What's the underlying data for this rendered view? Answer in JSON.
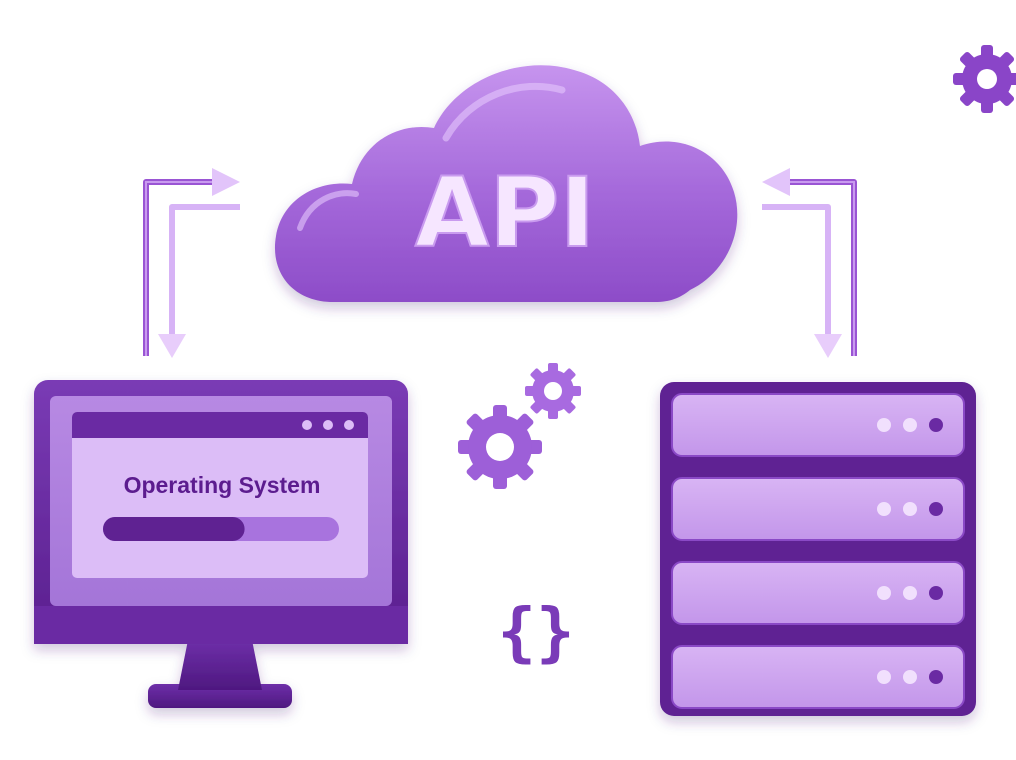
{
  "cloud": {
    "label": "API"
  },
  "monitor": {
    "window_title": "Operating System",
    "progress": 0.6
  },
  "braces": {
    "text": "{}"
  },
  "server_rack": {
    "units": [
      {},
      {},
      {},
      {}
    ]
  },
  "icons": [
    "gear-icon",
    "cloud-icon",
    "monitor-icon",
    "server-icon",
    "arrow-icon",
    "curly-braces-icon"
  ],
  "colors": {
    "dark_purple": "#5b1f8f",
    "mid_purple": "#7a3fb8",
    "cloud_purple": "#a266d8",
    "light_purple": "#cfa6ee",
    "pale_purple": "#e6cff8"
  }
}
